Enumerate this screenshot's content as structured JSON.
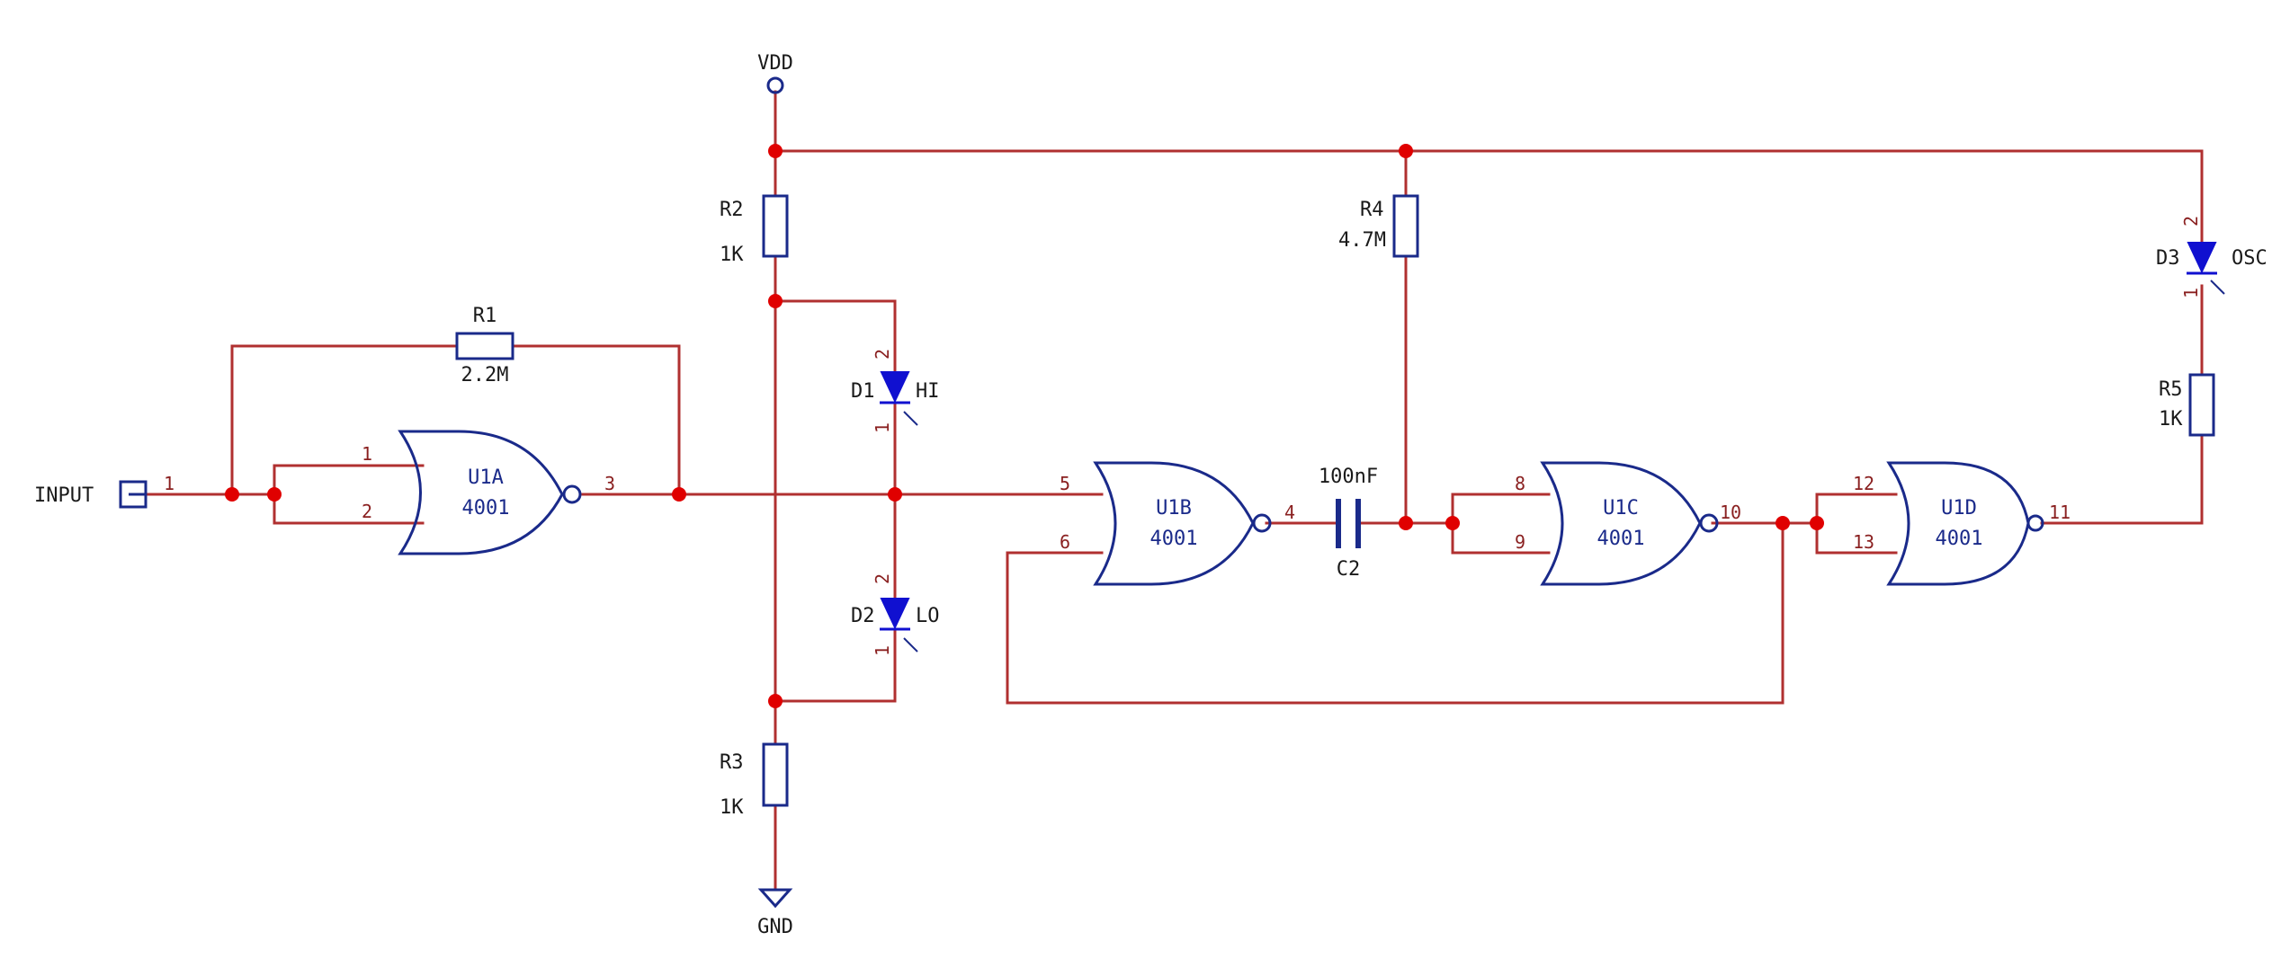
{
  "power": {
    "vdd": "VDD",
    "gnd": "GND"
  },
  "input": {
    "label": "INPUT",
    "pin": "1"
  },
  "resistors": {
    "r1": {
      "ref": "R1",
      "value": "2.2M"
    },
    "r2": {
      "ref": "R2",
      "value": "1K"
    },
    "r3": {
      "ref": "R3",
      "value": "1K"
    },
    "r4": {
      "ref": "R4",
      "value": "4.7M"
    },
    "r5": {
      "ref": "R5",
      "value": "1K"
    }
  },
  "capacitor": {
    "ref": "C2",
    "value": "100nF"
  },
  "diodes": {
    "d1": {
      "ref": "D1",
      "name": "HI",
      "pin_a": "2",
      "pin_k": "1"
    },
    "d2": {
      "ref": "D2",
      "name": "LO",
      "pin_a": "2",
      "pin_k": "1"
    },
    "d3": {
      "ref": "D3",
      "name": "OSC",
      "pin_a": "2",
      "pin_k": "1"
    }
  },
  "gates": {
    "u1a": {
      "ref": "U1A",
      "part": "4001",
      "in1": "1",
      "in2": "2",
      "out": "3"
    },
    "u1b": {
      "ref": "U1B",
      "part": "4001",
      "in1": "5",
      "in2": "6",
      "out": "4"
    },
    "u1c": {
      "ref": "U1C",
      "part": "4001",
      "in1": "8",
      "in2": "9",
      "out": "10"
    },
    "u1d": {
      "ref": "U1D",
      "part": "4001",
      "in1": "12",
      "in2": "13",
      "out": "11"
    }
  },
  "colors": {
    "wire": "#b03030",
    "symbol": "#1a2a8a",
    "junction": "#e00000",
    "led": "#1010d0"
  }
}
